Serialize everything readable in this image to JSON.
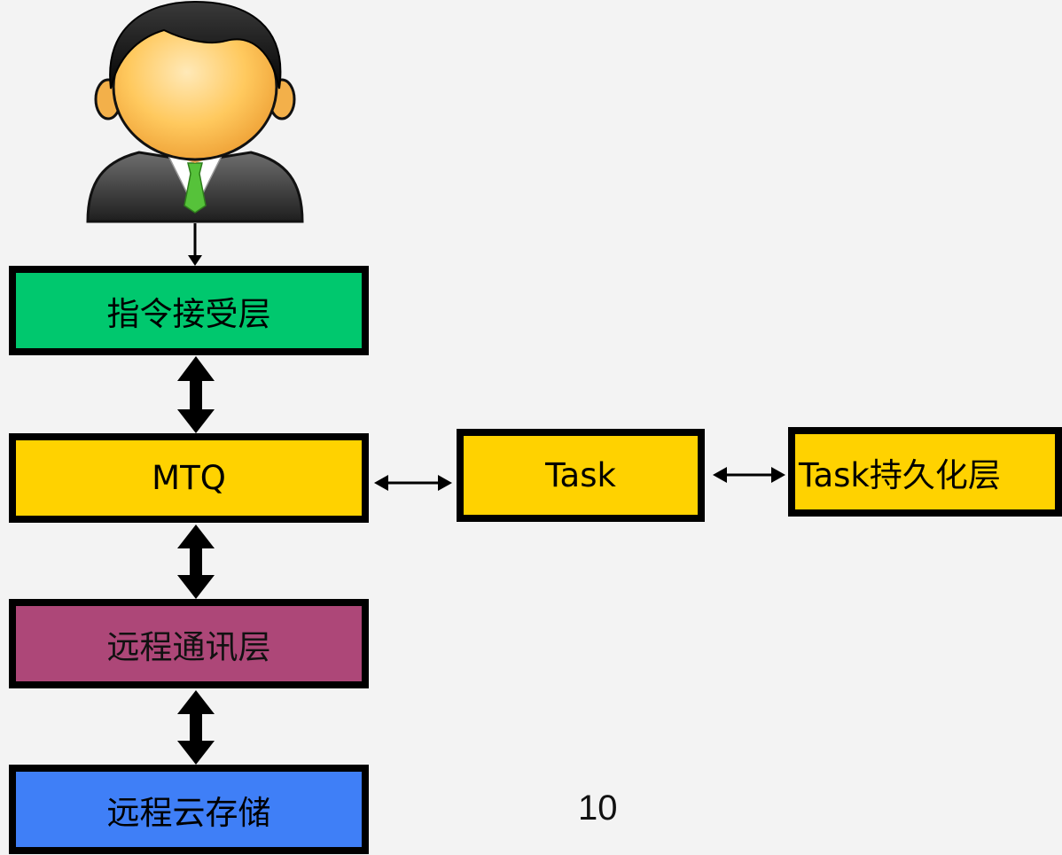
{
  "colors": {
    "background": "#f3f3f3",
    "command_layer": "#00c86e",
    "mtq": "#ffd200",
    "task": "#ffd200",
    "task_persistence": "#ffd200",
    "remote_comm": "#ad4778",
    "remote_storage": "#3f7ff7",
    "border": "#000000"
  },
  "icons": {
    "user": "user-avatar-icon"
  },
  "nodes": {
    "command_layer": "指令接受层",
    "mtq": "MTQ",
    "task": "Task",
    "task_persistence": "Task持久化层",
    "remote_comm": "远程通讯层",
    "remote_storage": "远程云存储"
  },
  "page_number": "10"
}
